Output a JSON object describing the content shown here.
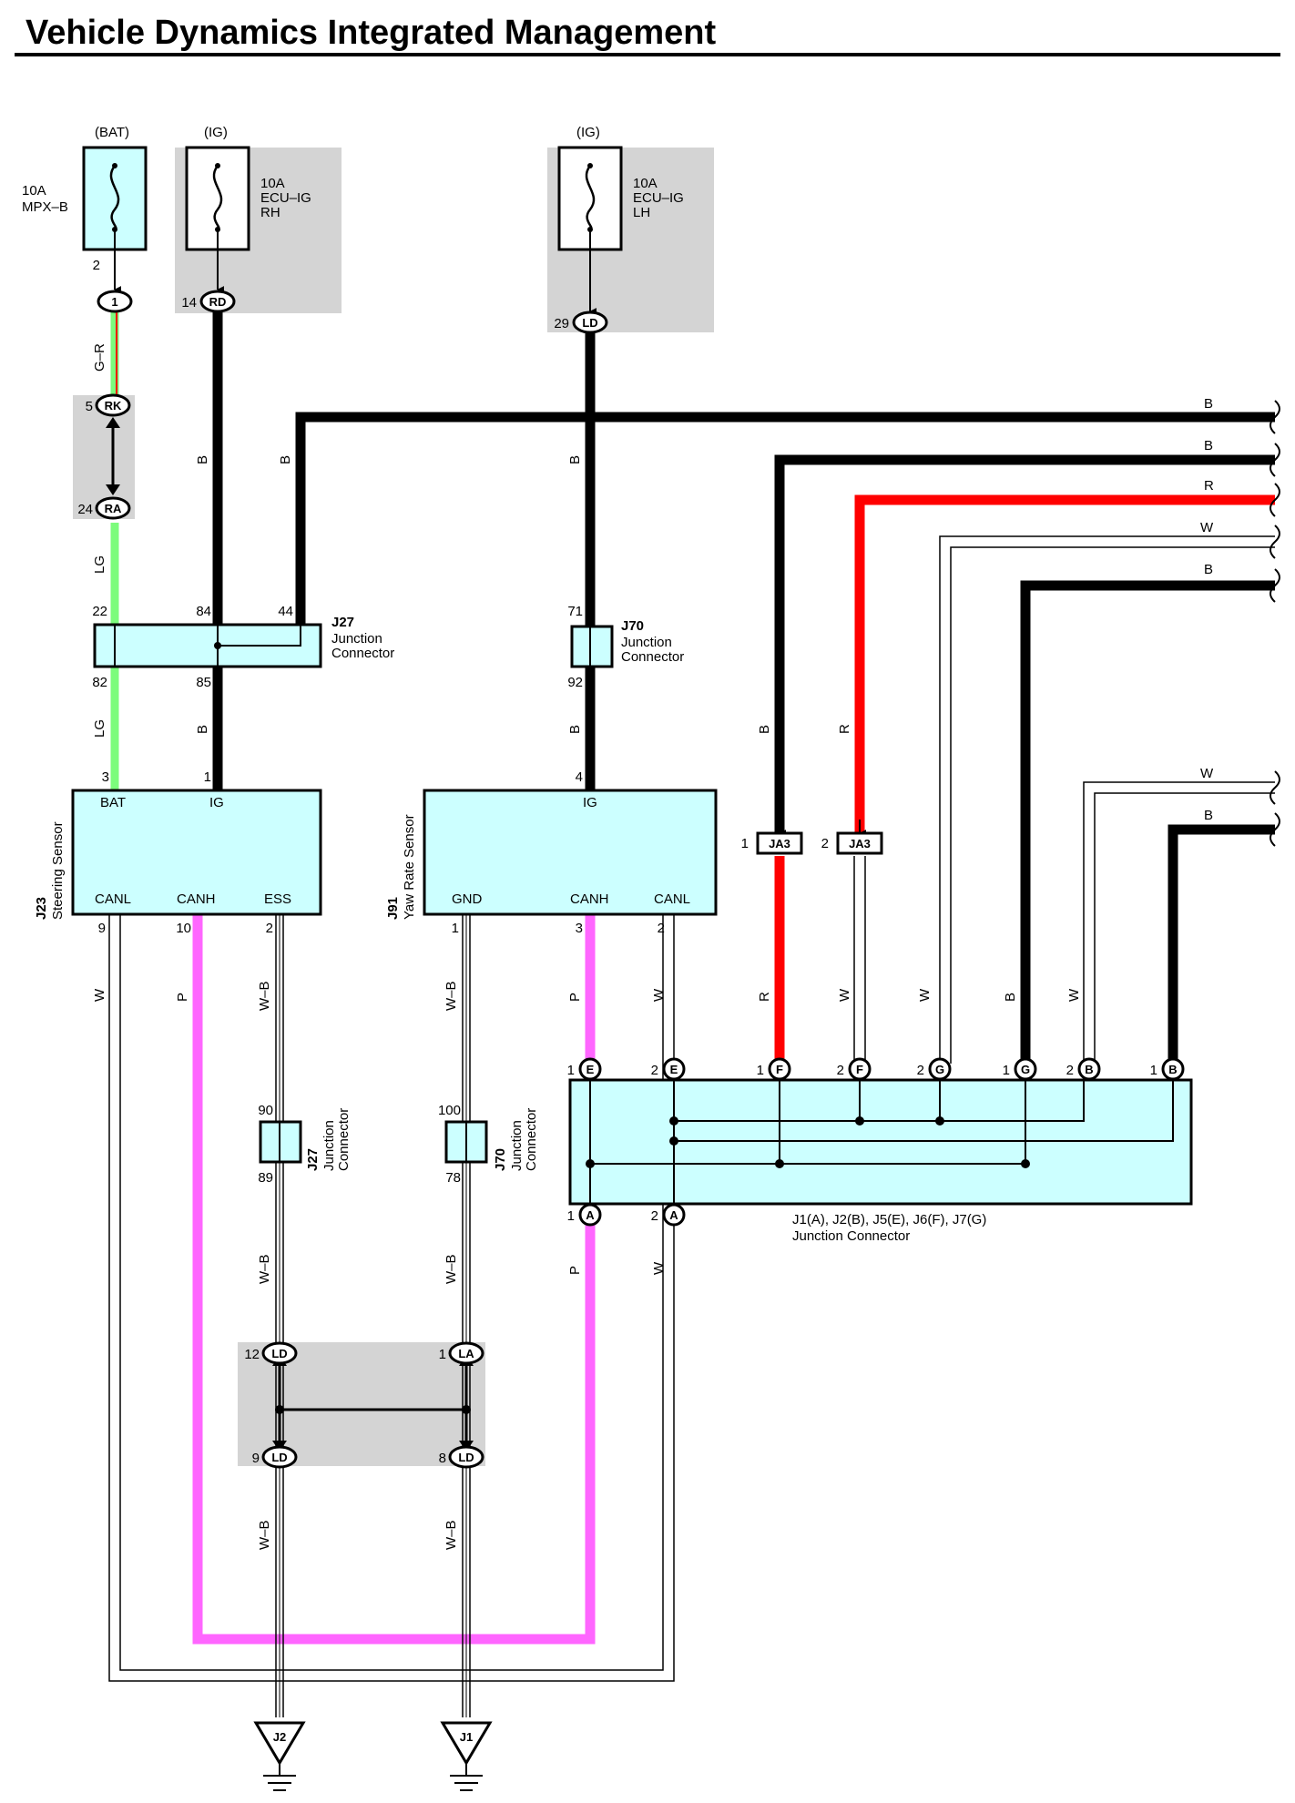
{
  "title": "Vehicle Dynamics Integrated Management",
  "fuses": {
    "bat": {
      "source": "(BAT)",
      "rating": "10A",
      "name": "MPX–B"
    },
    "ig_rh": {
      "source": "(IG)",
      "rating": "10A",
      "name1": "ECU–IG",
      "name2": "RH"
    },
    "ig_lh": {
      "source": "(IG)",
      "rating": "10A",
      "name1": "ECU–IG",
      "name2": "LH"
    }
  },
  "connectors": {
    "c1": {
      "pin": "2",
      "code": "1"
    },
    "rd": {
      "pin": "14",
      "code": "RD"
    },
    "ld_top": {
      "pin": "29",
      "code": "LD"
    },
    "rk": {
      "pin": "5",
      "code": "RK"
    },
    "ra": {
      "pin": "24",
      "code": "RA"
    },
    "ja3_1": {
      "pin": "1",
      "code": "JA3"
    },
    "ja3_2": {
      "pin": "2",
      "code": "JA3"
    },
    "ld_12": {
      "pin": "12",
      "code": "LD"
    },
    "la_1": {
      "pin": "1",
      "code": "LA"
    },
    "ld_9": {
      "pin": "9",
      "code": "LD"
    },
    "ld_8": {
      "pin": "8",
      "code": "LD"
    }
  },
  "wire_labels": {
    "gr": "G–R",
    "lg": "LG",
    "b": "B",
    "r": "R",
    "w": "W",
    "p": "P",
    "wb": "W–B"
  },
  "right_wires": [
    "B",
    "B",
    "R",
    "W",
    "B",
    "W",
    "B"
  ],
  "junctions": {
    "j27_top": {
      "id": "J27",
      "line1": "Junction",
      "line2": "Connector",
      "pins": [
        "22",
        "84",
        "44",
        "82",
        "85"
      ]
    },
    "j70_top": {
      "id": "J70",
      "line1": "Junction",
      "line2": "Connector",
      "pins": [
        "71",
        "92"
      ]
    },
    "j27_bot": {
      "id": "J27",
      "line1": "Junction",
      "line2": "Connector",
      "pins": [
        "90",
        "89"
      ]
    },
    "j70_bot": {
      "id": "J70",
      "line1": "Junction",
      "line2": "Connector",
      "pins": [
        "100",
        "78"
      ]
    },
    "big": {
      "line1": "J1(A), J2(B), J5(E), J6(F), J7(G)",
      "line2": "Junction Connector"
    }
  },
  "big_pins_top": [
    {
      "n": "1",
      "c": "E"
    },
    {
      "n": "2",
      "c": "E"
    },
    {
      "n": "1",
      "c": "F"
    },
    {
      "n": "2",
      "c": "F"
    },
    {
      "n": "2",
      "c": "G"
    },
    {
      "n": "1",
      "c": "G"
    },
    {
      "n": "2",
      "c": "B"
    },
    {
      "n": "1",
      "c": "B"
    }
  ],
  "big_pins_bottom": [
    {
      "n": "1",
      "c": "A"
    },
    {
      "n": "2",
      "c": "A"
    }
  ],
  "steering_sensor": {
    "id": "J23",
    "name": "Steering Sensor",
    "terms_top": [
      "BAT",
      "IG"
    ],
    "terms_bottom": [
      "CANL",
      "CANH",
      "ESS"
    ],
    "pins_top": [
      "3",
      "1"
    ],
    "pins_bottom": [
      "9",
      "10",
      "2"
    ]
  },
  "yaw_sensor": {
    "id": "J91",
    "name": "Yaw Rate Sensor",
    "terms_top": [
      "IG"
    ],
    "terms_bottom": [
      "GND",
      "CANH",
      "CANL"
    ],
    "pins_top": [
      "4"
    ],
    "pins_bottom": [
      "1",
      "3",
      "2"
    ]
  },
  "grounds": [
    "J2",
    "J1"
  ],
  "colors": {
    "black": "#000000",
    "red": "#ff0000",
    "green": "#7cfc7c",
    "pink": "#ff66ff",
    "box": "#ccffff",
    "shade": "#d4d4d4"
  }
}
